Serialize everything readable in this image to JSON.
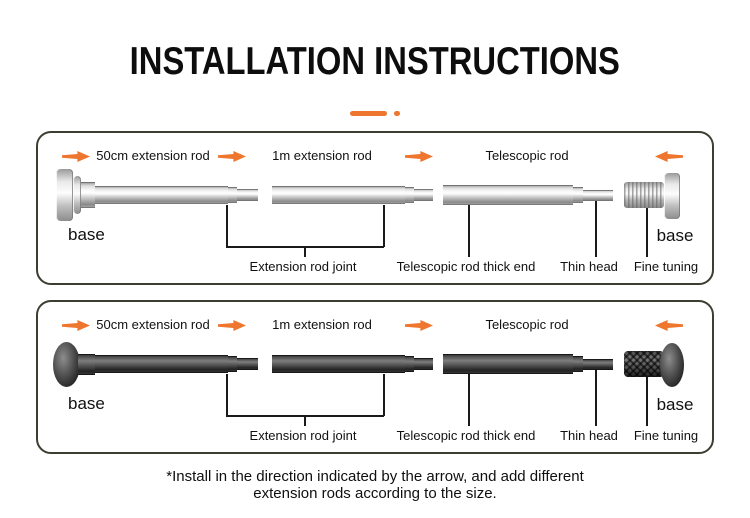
{
  "header": {
    "title": "INSTALLATION INSTRUCTIONS"
  },
  "accent_color": "#ee762e",
  "panel_border_color": "#3e3d31",
  "panels": [
    {
      "variant": "silver",
      "top_labels": {
        "rod_50cm": "50cm extension rod",
        "rod_1m": "1m extension rod",
        "telescopic": "Telescopic rod"
      },
      "base_left": "base",
      "base_right": "base",
      "bottom_labels": {
        "joint": "Extension rod joint",
        "thick_end": "Telescopic rod thick end",
        "thin_head": "Thin head",
        "fine_tuning": "Fine tuning"
      }
    },
    {
      "variant": "dark",
      "top_labels": {
        "rod_50cm": "50cm extension rod",
        "rod_1m": "1m extension rod",
        "telescopic": "Telescopic rod"
      },
      "base_left": "base",
      "base_right": "base",
      "bottom_labels": {
        "joint": "Extension rod joint",
        "thick_end": "Telescopic rod thick end",
        "thin_head": "Thin head",
        "fine_tuning": "Fine tuning"
      }
    }
  ],
  "footnote": {
    "line1": "*Install in the direction indicated by the arrow, and add different",
    "line2": "extension rods according to the size."
  }
}
